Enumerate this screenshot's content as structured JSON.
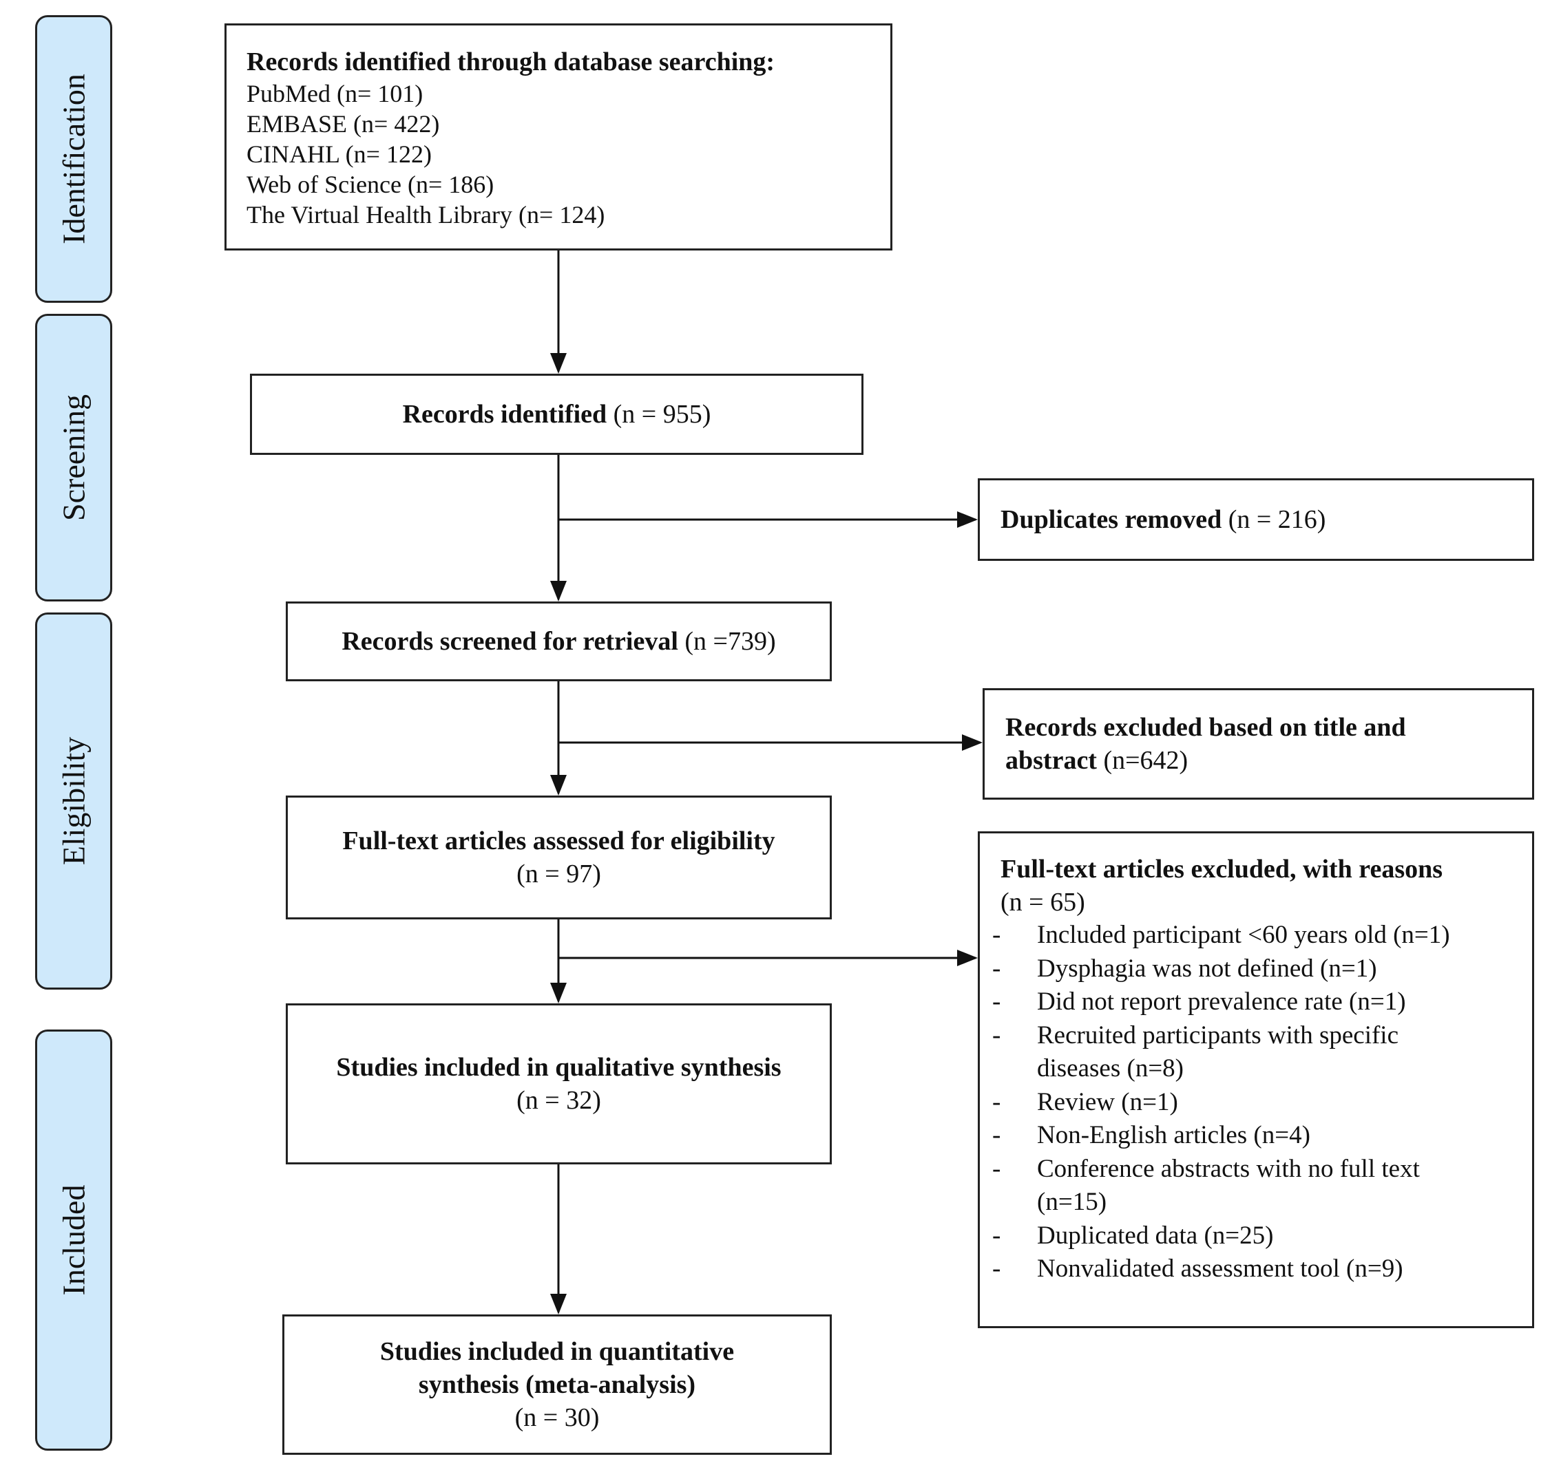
{
  "phases": {
    "identification": "Identification",
    "screening": "Screening",
    "eligibility": "Eligibility",
    "included": "Included"
  },
  "sources_box": {
    "heading": "Records identified through database searching:",
    "lines": [
      "PubMed (n= 101)",
      "EMBASE (n= 422)",
      "CINAHL (n= 122)",
      "Web of Science (n= 186)",
      "The Virtual Health Library (n= 124)"
    ]
  },
  "records_identified": {
    "label": "Records identified",
    "count": "(n = 955)"
  },
  "duplicates_removed": {
    "label": "Duplicates removed",
    "count": "(n = 216)"
  },
  "records_screened": {
    "label": "Records screened for retrieval",
    "count": "(n =739)"
  },
  "records_excluded": {
    "label_line1": "Records excluded based on title and",
    "label_line2": "abstract",
    "count": "(n=642)"
  },
  "fulltext_assessed": {
    "label": "Full-text articles assessed for eligibility",
    "count": "(n = 97)"
  },
  "fulltext_excluded": {
    "heading": "Full-text articles excluded, with reasons",
    "count": "(n = 65)",
    "bullet": "-",
    "reasons": [
      [
        "Included participant <60 years old (n=1)"
      ],
      [
        "Dysphagia was not defined (n=1)"
      ],
      [
        "Did not report prevalence rate (n=1)"
      ],
      [
        "Recruited participants with specific",
        "diseases (n=8)"
      ],
      [
        "Review (n=1)"
      ],
      [
        "Non-English articles (n=4)"
      ],
      [
        "Conference abstracts with no full text",
        "(n=15)"
      ],
      [
        "Duplicated data (n=25)"
      ],
      [
        "Nonvalidated assessment tool (n=9)"
      ]
    ]
  },
  "qualitative": {
    "label": "Studies included in qualitative synthesis",
    "count": "(n = 32)"
  },
  "quantitative": {
    "label_line1": "Studies included in quantitative",
    "label_line2": "synthesis (meta-analysis)",
    "count": "(n = 30)"
  }
}
